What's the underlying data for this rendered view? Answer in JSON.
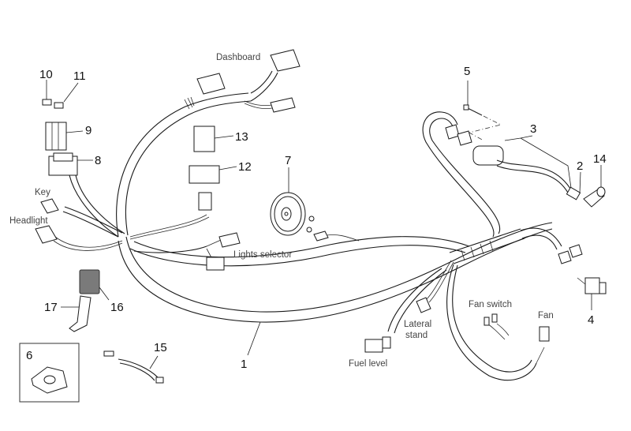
{
  "diagram": {
    "title": "Electrical system / wiring harness exploded view",
    "part_numbers": {
      "p1": "1",
      "p2": "2",
      "p3": "3",
      "p4": "4",
      "p5": "5",
      "p6": "6",
      "p7": "7",
      "p8": "8",
      "p9": "9",
      "p10": "10",
      "p11": "11",
      "p12": "12",
      "p13": "13",
      "p14": "14",
      "p15": "15",
      "p16": "16",
      "p17": "17"
    },
    "connector_labels": {
      "dashboard": "Dashboard",
      "key": "Key",
      "headlight": "Headlight",
      "lights_selector": "Lights selector",
      "fuel_level": "Fuel level",
      "lateral_stand_line1": "Lateral",
      "lateral_stand_line2": "stand",
      "fan_switch": "Fan switch",
      "fan": "Fan"
    },
    "colors": {
      "line": "#1a1a1a",
      "label_text": "#444444",
      "number_text": "#111111",
      "relay_fill": "#7a7a7a",
      "background": "#ffffff"
    }
  }
}
